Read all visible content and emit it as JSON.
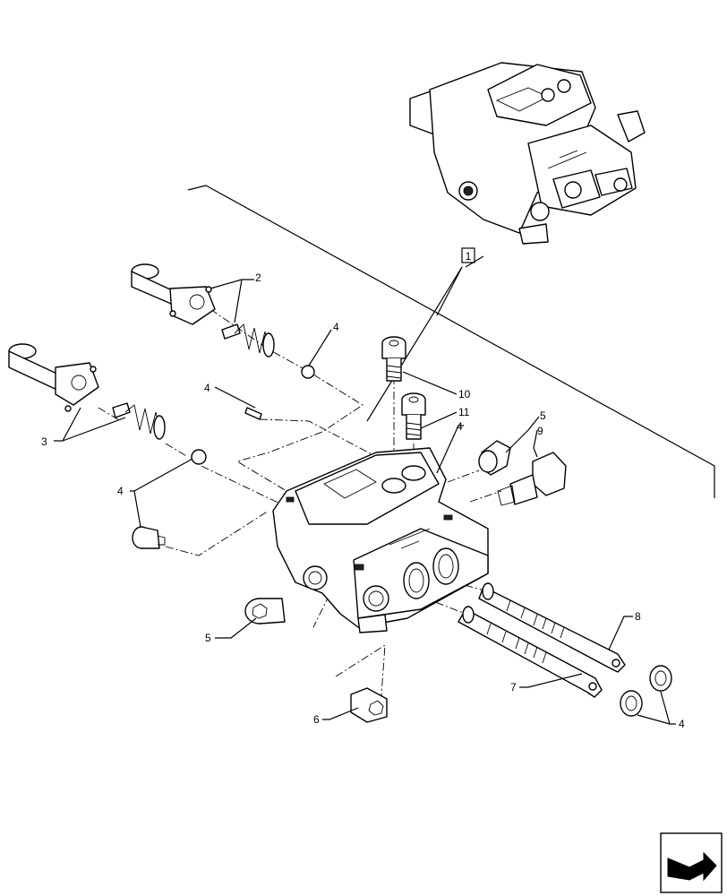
{
  "diagram": {
    "callouts": {
      "boxed": "1",
      "c2": "2",
      "c3": "3",
      "c4a": "4",
      "c4b": "4",
      "c4c": "4",
      "c4d": "4",
      "c4e": "4",
      "c5a": "5",
      "c5b": "5",
      "c6": "6",
      "c7": "7",
      "c8": "8",
      "c9": "9",
      "c10": "10",
      "c11": "11"
    },
    "nav_icon": "next-page-arrow-icon"
  }
}
